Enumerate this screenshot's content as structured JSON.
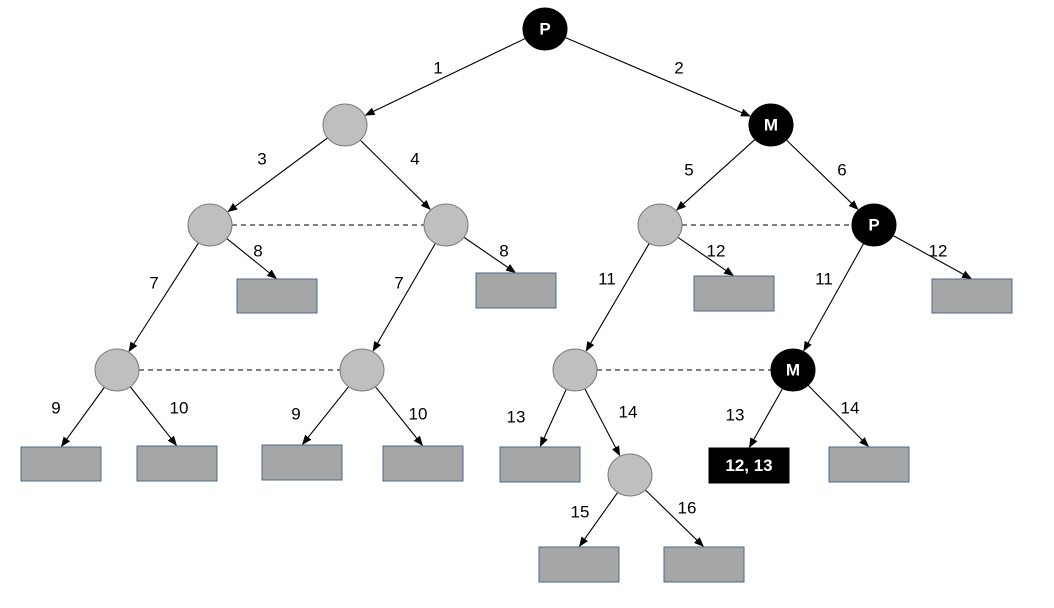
{
  "colors": {
    "decision": "#000000",
    "chance": "#bfbfbf",
    "leaf": "#a6a6a6",
    "leaf_border": "#4a6a8c",
    "line": "#000000"
  },
  "nodes": [
    {
      "id": "root",
      "kind": "decision",
      "label": "P"
    },
    {
      "id": "a",
      "kind": "chance",
      "label": ""
    },
    {
      "id": "b",
      "kind": "decision",
      "label": "M"
    },
    {
      "id": "c",
      "kind": "chance",
      "label": ""
    },
    {
      "id": "d",
      "kind": "chance",
      "label": ""
    },
    {
      "id": "e",
      "kind": "chance",
      "label": ""
    },
    {
      "id": "f",
      "kind": "decision",
      "label": "P"
    },
    {
      "id": "g",
      "kind": "chance",
      "label": ""
    },
    {
      "id": "h",
      "kind": "chance",
      "label": ""
    },
    {
      "id": "i",
      "kind": "chance",
      "label": ""
    },
    {
      "id": "j",
      "kind": "decision",
      "label": "M"
    },
    {
      "id": "k",
      "kind": "chance",
      "label": ""
    }
  ],
  "leaves": [
    {
      "id": "L1",
      "label": "",
      "highlight": false
    },
    {
      "id": "L2",
      "label": "",
      "highlight": false
    },
    {
      "id": "L3",
      "label": "",
      "highlight": false
    },
    {
      "id": "L4",
      "label": "",
      "highlight": false
    },
    {
      "id": "L5",
      "label": "",
      "highlight": false
    },
    {
      "id": "L6",
      "label": "",
      "highlight": false
    },
    {
      "id": "L7",
      "label": "",
      "highlight": false
    },
    {
      "id": "L8",
      "label": "",
      "highlight": false
    },
    {
      "id": "L9",
      "label": "",
      "highlight": false
    },
    {
      "id": "L10",
      "label": "",
      "highlight": false
    },
    {
      "id": "L11",
      "label": "",
      "highlight": false
    },
    {
      "id": "L12",
      "label": "12, 13",
      "highlight": true
    },
    {
      "id": "L13",
      "label": "",
      "highlight": false
    },
    {
      "id": "L14",
      "label": "",
      "highlight": false
    },
    {
      "id": "L15",
      "label": "",
      "highlight": false
    }
  ],
  "edges": [
    {
      "from": "root",
      "to": "a",
      "label": "1"
    },
    {
      "from": "root",
      "to": "b",
      "label": "2"
    },
    {
      "from": "a",
      "to": "c",
      "label": "3"
    },
    {
      "from": "a",
      "to": "d",
      "label": "4"
    },
    {
      "from": "b",
      "to": "e",
      "label": "5"
    },
    {
      "from": "b",
      "to": "f",
      "label": "6"
    },
    {
      "from": "c",
      "to": "g",
      "label": "7"
    },
    {
      "from": "c",
      "to": "L1",
      "label": "8"
    },
    {
      "from": "d",
      "to": "h",
      "label": "7"
    },
    {
      "from": "d",
      "to": "L2",
      "label": "8"
    },
    {
      "from": "e",
      "to": "i",
      "label": "11"
    },
    {
      "from": "e",
      "to": "L3",
      "label": "12"
    },
    {
      "from": "f",
      "to": "j",
      "label": "11"
    },
    {
      "from": "f",
      "to": "L4",
      "label": "12"
    },
    {
      "from": "g",
      "to": "L5",
      "label": "9"
    },
    {
      "from": "g",
      "to": "L6",
      "label": "10"
    },
    {
      "from": "h",
      "to": "L7",
      "label": "9"
    },
    {
      "from": "h",
      "to": "L8",
      "label": "10"
    },
    {
      "from": "i",
      "to": "L9",
      "label": "13"
    },
    {
      "from": "i",
      "to": "k",
      "label": "14"
    },
    {
      "from": "j",
      "to": "L12",
      "label": "13"
    },
    {
      "from": "j",
      "to": "L13",
      "label": "14"
    },
    {
      "from": "k",
      "to": "L14",
      "label": "15"
    },
    {
      "from": "k",
      "to": "L15",
      "label": "16"
    }
  ],
  "info_sets": [
    {
      "members": [
        "c",
        "d"
      ]
    },
    {
      "members": [
        "e",
        "f"
      ]
    },
    {
      "members": [
        "g",
        "h"
      ]
    },
    {
      "members": [
        "i",
        "j"
      ]
    }
  ]
}
